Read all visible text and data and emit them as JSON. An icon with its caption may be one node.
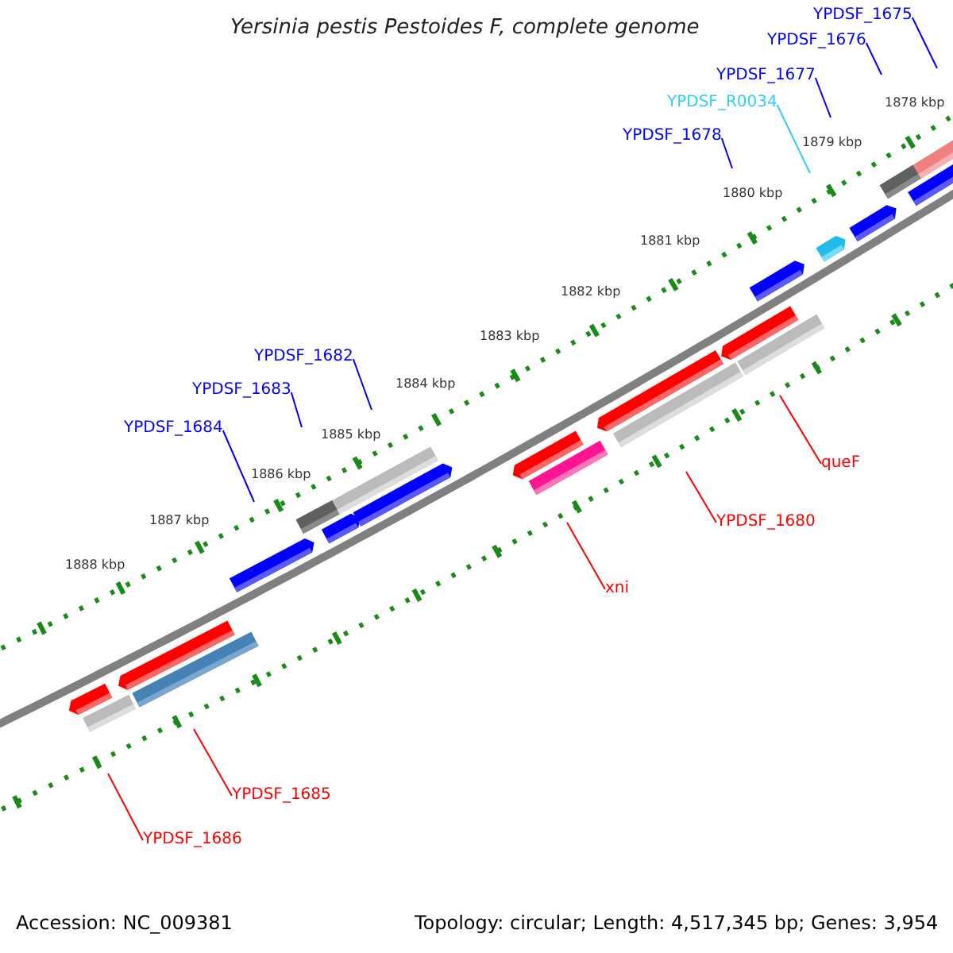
{
  "diagram": {
    "title": "Yersinia pestis Pestoides F, complete genome",
    "nodes": [
      {
        "text": [
          "YPDSF_1675"
        ]
      },
      {
        "text": [
          "YPDSF_1676"
        ]
      },
      {
        "text": [
          "YPDSF_1677"
        ]
      },
      {
        "text": [
          "YPDSF_R0034"
        ]
      },
      {
        "text": [
          "YPDSF_1678"
        ]
      },
      {
        "text": [
          "YPDSF_1682"
        ]
      },
      {
        "text": [
          "YPDSF_1683"
        ]
      },
      {
        "text": [
          "YPDSF_1684"
        ]
      },
      {
        "text": [
          "queF"
        ]
      },
      {
        "text": [
          "YPDSF_1680"
        ]
      },
      {
        "text": [
          "xni"
        ]
      },
      {
        "text": [
          "YPDSF_1685"
        ]
      },
      {
        "text": [
          "YPDSF_1686"
        ]
      }
    ],
    "edges": [
      {
        "from": 0,
        "to": null,
        "arrow": "none"
      },
      {
        "from": 1,
        "to": null,
        "arrow": "none"
      },
      {
        "from": 2,
        "to": null,
        "arrow": "none"
      },
      {
        "from": 3,
        "to": null,
        "arrow": "none",
        "color": "#33ccff"
      },
      {
        "from": 4,
        "to": null,
        "arrow": "none"
      },
      {
        "from": 5,
        "to": null,
        "arrow": "none"
      },
      {
        "from": 6,
        "to": null,
        "arrow": "none"
      },
      {
        "from": 7,
        "to": null,
        "arrow": "none"
      },
      {
        "from": 8,
        "to": null,
        "arrow": "none",
        "color": "#ff0000"
      },
      {
        "from": 9,
        "to": null,
        "arrow": "none",
        "color": "#ff0000"
      },
      {
        "from": 10,
        "to": null,
        "arrow": "none",
        "color": "#ff0000"
      },
      {
        "from": 11,
        "to": null,
        "arrow": "none",
        "color": "#ff0000"
      },
      {
        "from": 12,
        "to": null,
        "arrow": "none",
        "color": "#ff0000"
      }
    ],
    "labels": [
      "1878 kbp",
      "1879 kbp",
      "1880 kbp",
      "1881 kbp",
      "1882 kbp",
      "1883 kbp",
      "1884 kbp",
      "1885 kbp",
      "1886 kbp",
      "1887 kbp",
      "1888 kbp",
      "Accession: NC_009381",
      "Topology: circular; Length: 4,517,345 bp; Genes: 3,954"
    ]
  }
}
